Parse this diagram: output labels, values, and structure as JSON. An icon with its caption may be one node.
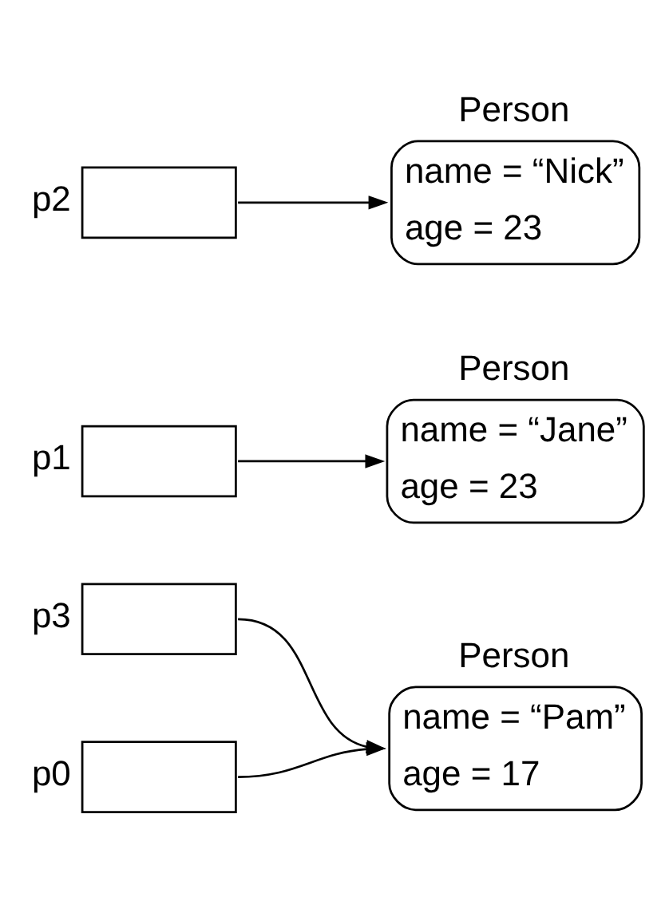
{
  "diagram": {
    "nodes": [
      {
        "text": [],
        "shape": "box",
        "beside": [
          "p3"
        ]
      },
      {
        "text": [],
        "shape": "box",
        "beside": [
          "p0"
        ]
      },
      {
        "text": [
          "Person",
          "name = “Pam”",
          "age = 17"
        ]
      },
      {
        "text": [],
        "shape": "box",
        "beside": [
          "p1"
        ]
      },
      {
        "text": [
          "Person",
          "name = “Jane”",
          "age = 23"
        ]
      },
      {
        "text": [],
        "shape": "box",
        "beside": [
          "p2"
        ]
      },
      {
        "text": [
          "Person",
          "name = “Nick”",
          "age = 23"
        ]
      }
    ],
    "edges": [
      {
        "from": 0,
        "to": 2,
        "arrow": "to"
      },
      {
        "from": 1,
        "to": 2,
        "arrow": "to"
      },
      {
        "from": 3,
        "to": 4,
        "arrow": "to"
      },
      {
        "from": 5,
        "to": 6,
        "arrow": "to"
      }
    ]
  }
}
